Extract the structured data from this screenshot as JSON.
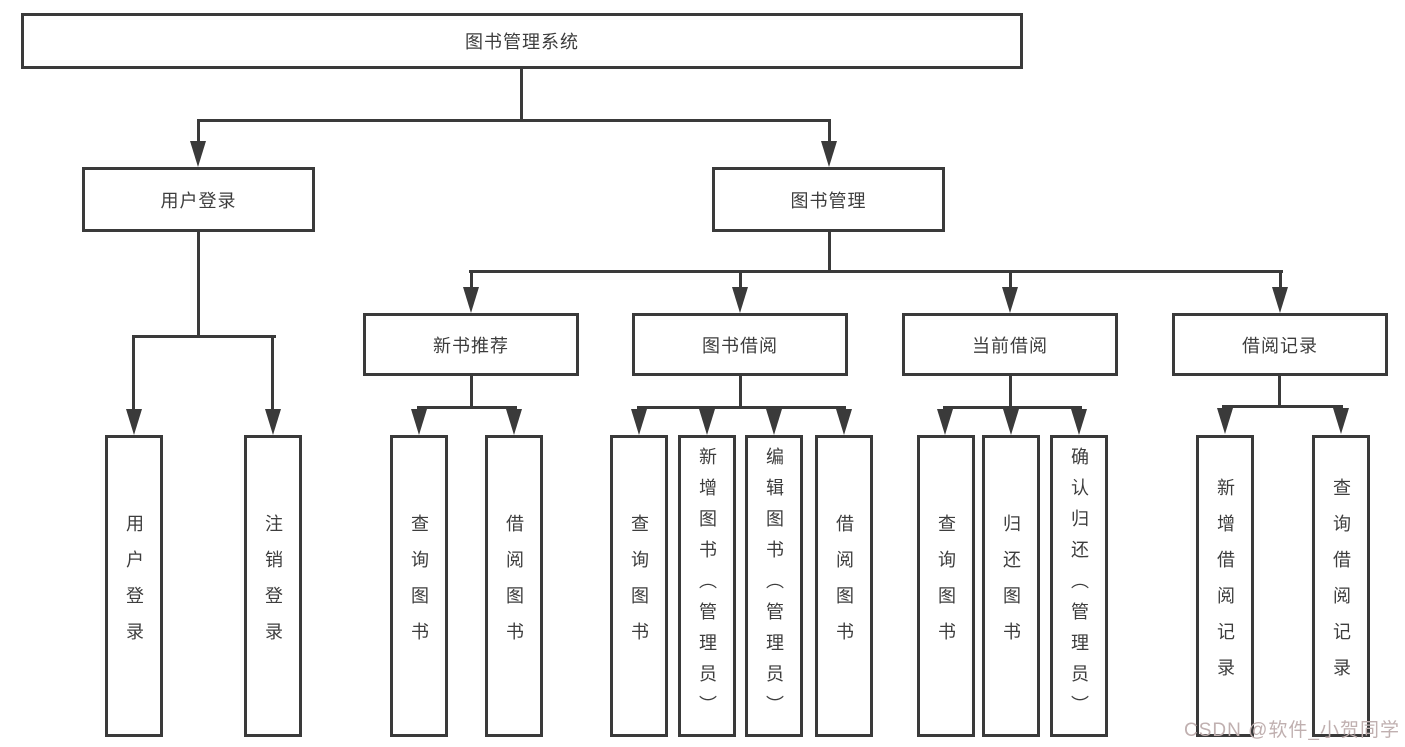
{
  "diagram": {
    "title_node": {
      "label": "图书管理系统"
    },
    "level2": [
      {
        "label": "用户登录"
      },
      {
        "label": "图书管理"
      }
    ],
    "level3": [
      {
        "label": "新书推荐",
        "parent": "图书管理"
      },
      {
        "label": "图书借阅",
        "parent": "图书管理"
      },
      {
        "label": "当前借阅",
        "parent": "图书管理"
      },
      {
        "label": "借阅记录",
        "parent": "图书管理"
      }
    ],
    "leaves": [
      {
        "label": "用户登录",
        "parent": "用户登录"
      },
      {
        "label": "注销登录",
        "parent": "用户登录"
      },
      {
        "label": "查询图书",
        "parent": "新书推荐"
      },
      {
        "label": "借阅图书",
        "parent": "新书推荐"
      },
      {
        "label": "查询图书",
        "parent": "图书借阅"
      },
      {
        "label": "新增图书（管理员）",
        "parent": "图书借阅"
      },
      {
        "label": "编辑图书（管理员）",
        "parent": "图书借阅"
      },
      {
        "label": "借阅图书",
        "parent": "图书借阅"
      },
      {
        "label": "查询图书",
        "parent": "当前借阅"
      },
      {
        "label": "归还图书",
        "parent": "当前借阅"
      },
      {
        "label": "确认归还（管理员）",
        "parent": "当前借阅"
      },
      {
        "label": "新增借阅记录",
        "parent": "借阅记录"
      },
      {
        "label": "查询借阅记录",
        "parent": "借阅记录"
      }
    ],
    "colors": {
      "line": "#3a3a3a",
      "text": "#3d3d3d",
      "box_bg": "#ffffff"
    }
  },
  "watermark": {
    "text": "CSDN @软件_小贺同学"
  }
}
